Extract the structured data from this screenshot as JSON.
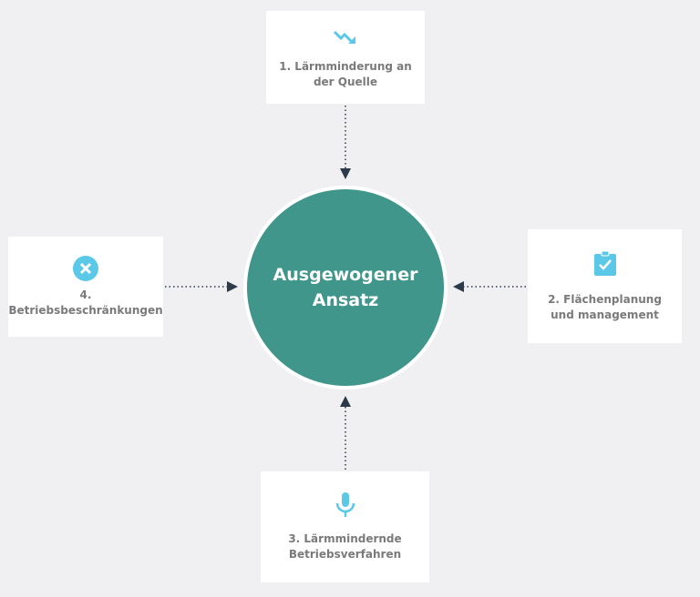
{
  "center": {
    "title_line1": "Ausgewogener",
    "title_line2": "Ansatz"
  },
  "nodes": [
    {
      "label_line1": "1. Lärmminderung an",
      "label_line2": "der Quelle",
      "icon": "trend-down-icon"
    },
    {
      "label_line1": "2. Flächenplanung",
      "label_line2": "und management",
      "icon": "clipboard-check-icon"
    },
    {
      "label_line1": "3. Lärmmindernde",
      "label_line2": "Betriebsverfahren",
      "icon": "microphone-icon"
    },
    {
      "label_line1": "4.",
      "label_line2": "Betriebsbeschränkungen",
      "icon": "close-circle-icon"
    }
  ],
  "colors": {
    "accent": "#5bc8e8",
    "center": "#40968a",
    "background": "#f0f0f3",
    "text": "#7a7a7a"
  }
}
